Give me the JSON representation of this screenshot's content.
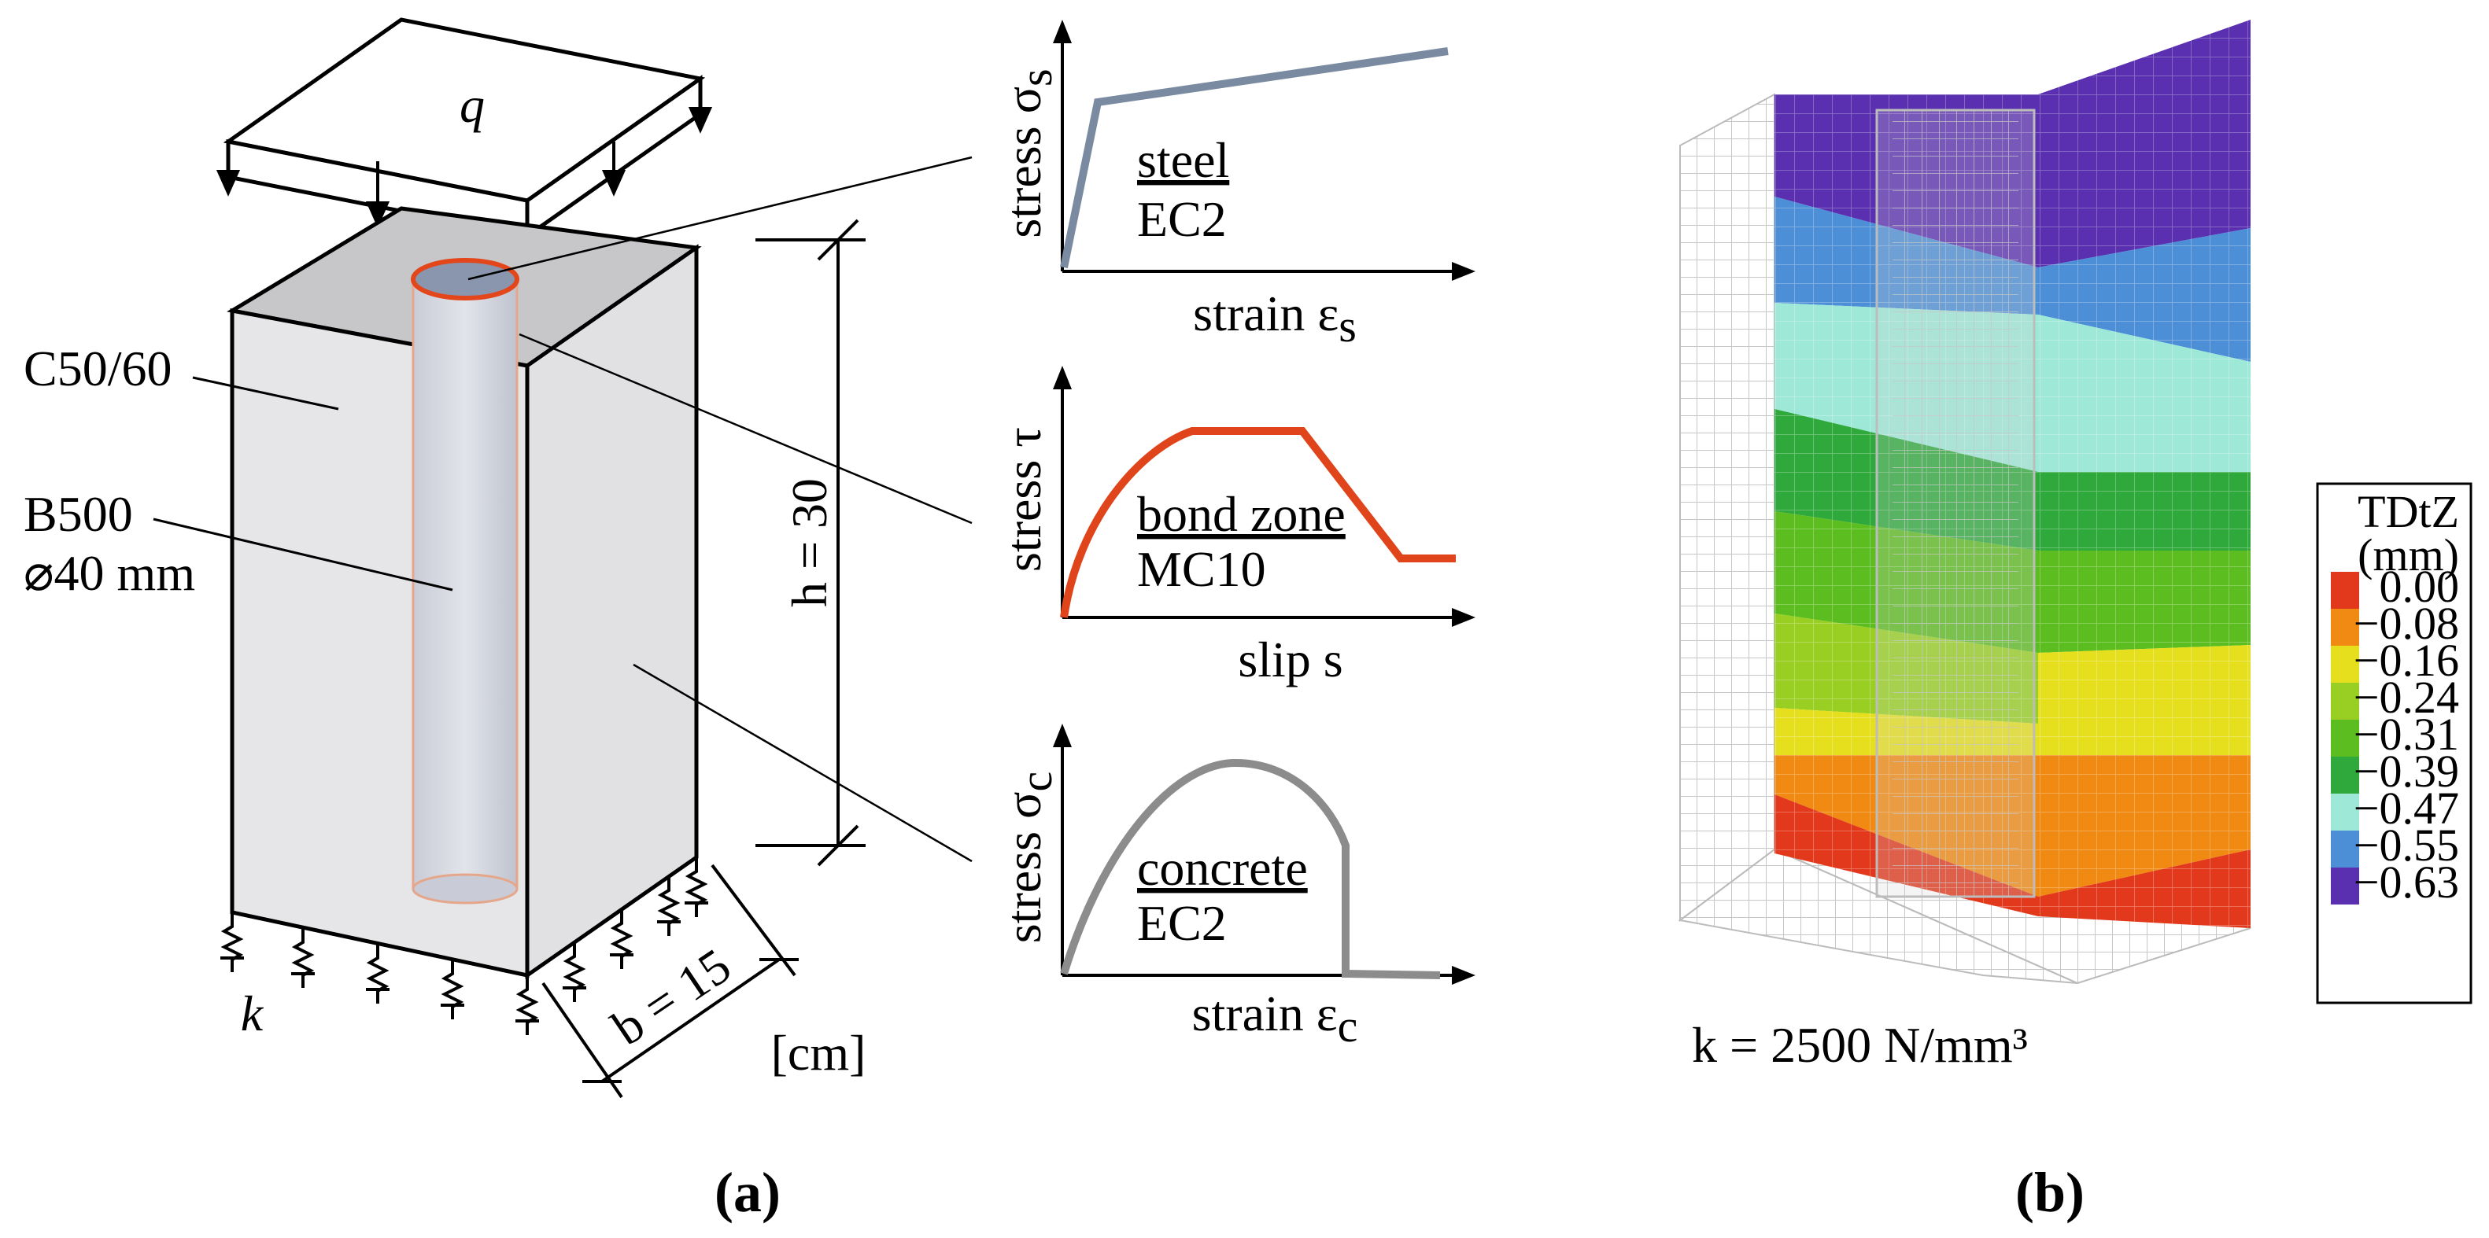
{
  "panel_a": {
    "caption": "(a)",
    "load_label": "q",
    "concrete_label": "C50/60",
    "rebar_label_1": "B500",
    "rebar_label_2": "⌀40 mm",
    "height_label": "h = 30",
    "width_label": "b = 15",
    "spring_label": "k",
    "unit_label": "[cm]",
    "graphs": {
      "steel": {
        "ylabel": "stress σ",
        "ysub": "s",
        "xlabel": "strain ε",
        "xsub": "s",
        "title": "steel",
        "subtitle": "EC2",
        "color": "#7a8ba1"
      },
      "bond": {
        "ylabel": "stress τ",
        "xlabel": "slip s",
        "title": "bond zone",
        "subtitle": "MC10",
        "color": "#e0441a"
      },
      "concrete": {
        "ylabel": "stress σ",
        "ysub": "c",
        "xlabel": "strain ε",
        "xsub": "c",
        "title": "concrete",
        "subtitle": "EC2",
        "color": "#8c8c8c"
      }
    }
  },
  "panel_b": {
    "caption": "(b)",
    "spring_value": "k = 2500 N/mm³",
    "legend_title_1": "TDtZ",
    "legend_title_2": "(mm)",
    "legend": [
      {
        "label": "0.00",
        "color": "#e2391c"
      },
      {
        "label": "−0.08",
        "color": "#f08a12"
      },
      {
        "label": "−0.16",
        "color": "#e6df1e"
      },
      {
        "label": "−0.24",
        "color": "#98cf22"
      },
      {
        "label": "−0.31",
        "color": "#5cbd20"
      },
      {
        "label": "−0.39",
        "color": "#2fa93c"
      },
      {
        "label": "−0.47",
        "color": "#9ee8d8"
      },
      {
        "label": "−0.55",
        "color": "#4d8fd6"
      },
      {
        "label": "−0.63",
        "color": "#5a2fb0"
      }
    ]
  }
}
